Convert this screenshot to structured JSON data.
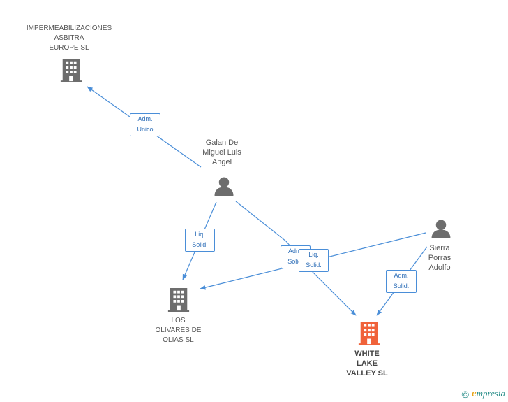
{
  "nodes": {
    "impermeabilizaciones": {
      "label": "IMPERMEABILIZACIONES\nASBITRA\nEUROPE SL",
      "type": "company"
    },
    "galan": {
      "label": "Galan De\nMiguel Luis\nAngel",
      "type": "person"
    },
    "sierra": {
      "label": "Sierra\nPorras\nAdolfo",
      "type": "person"
    },
    "los_olivares": {
      "label": "LOS\nOLIVARES DE\nOLIAS  SL",
      "type": "company"
    },
    "white_lake": {
      "label": "WHITE\nLAKE\nVALLEY SL",
      "type": "company",
      "focus": true
    }
  },
  "edges": {
    "adm_unico": "Adm.\nUnico",
    "liq_solid_olivares": "Liq.\nSolid.",
    "adm_solid_galan": "Adm.\nSolid.",
    "liq_solid_sierra": "Liq.\nSolid.",
    "adm_solid_sierra": "Adm.\nSolid."
  },
  "colors": {
    "company": "#6d6d6d",
    "focus_company": "#f0623a",
    "person": "#6d6d6d",
    "edge": "#4a8ed8"
  },
  "footer": {
    "copyright_symbol": "©",
    "brand_initial": "e",
    "brand_rest": "mpresia"
  }
}
